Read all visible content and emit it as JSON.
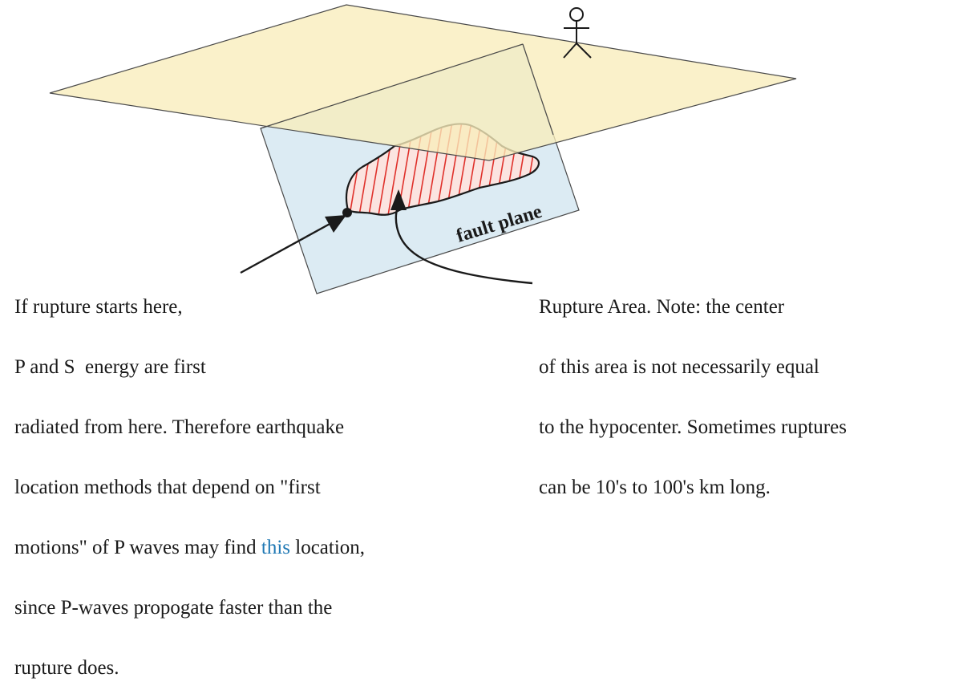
{
  "diagram": {
    "fault_plane_label": "fault plane",
    "colors": {
      "ground": "#f8edbb",
      "fault_plane": "#dcebf3",
      "rupture_hatch": "#e0312b",
      "outline": "#4a4a4a",
      "highlight_text": "#1f78b4"
    }
  },
  "left_caption": {
    "line1": "If rupture starts here,",
    "line2": "P and S  energy are first",
    "line3": "radiated from here. Therefore earthquake",
    "line4": "location methods that depend on \"first",
    "line5_before": "motions\" of P waves may find ",
    "line5_highlight": "this",
    "line5_after": " location,",
    "line6": "since P-waves propogate faster than the",
    "line7": "rupture does."
  },
  "right_caption": {
    "line1": "Rupture Area. Note: the center",
    "line2": "of this area is not necessarily equal",
    "line3": "to the hypocenter. Sometimes ruptures",
    "line4": "can be 10's to 100's km long."
  }
}
